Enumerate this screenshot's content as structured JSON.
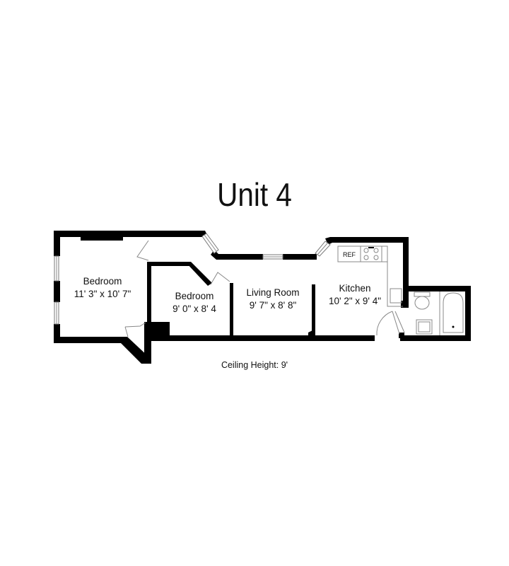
{
  "title": "Unit 4",
  "ceiling_height_label": "Ceiling Height: 9'",
  "rooms": [
    {
      "name": "Bedroom",
      "dimensions": "11' 3\" x 10' 7\""
    },
    {
      "name": "Bedroom",
      "dimensions": "9' 0\" x 8' 4"
    },
    {
      "name": "Living Room",
      "dimensions": "9' 7\" x 8' 8\""
    },
    {
      "name": "Kitchen",
      "dimensions": "10' 2\" x 9' 4\""
    }
  ],
  "fixtures": {
    "refrigerator_label": "REF"
  },
  "colors": {
    "wall": "#000000",
    "fixture_line": "#888888",
    "background": "#ffffff"
  }
}
